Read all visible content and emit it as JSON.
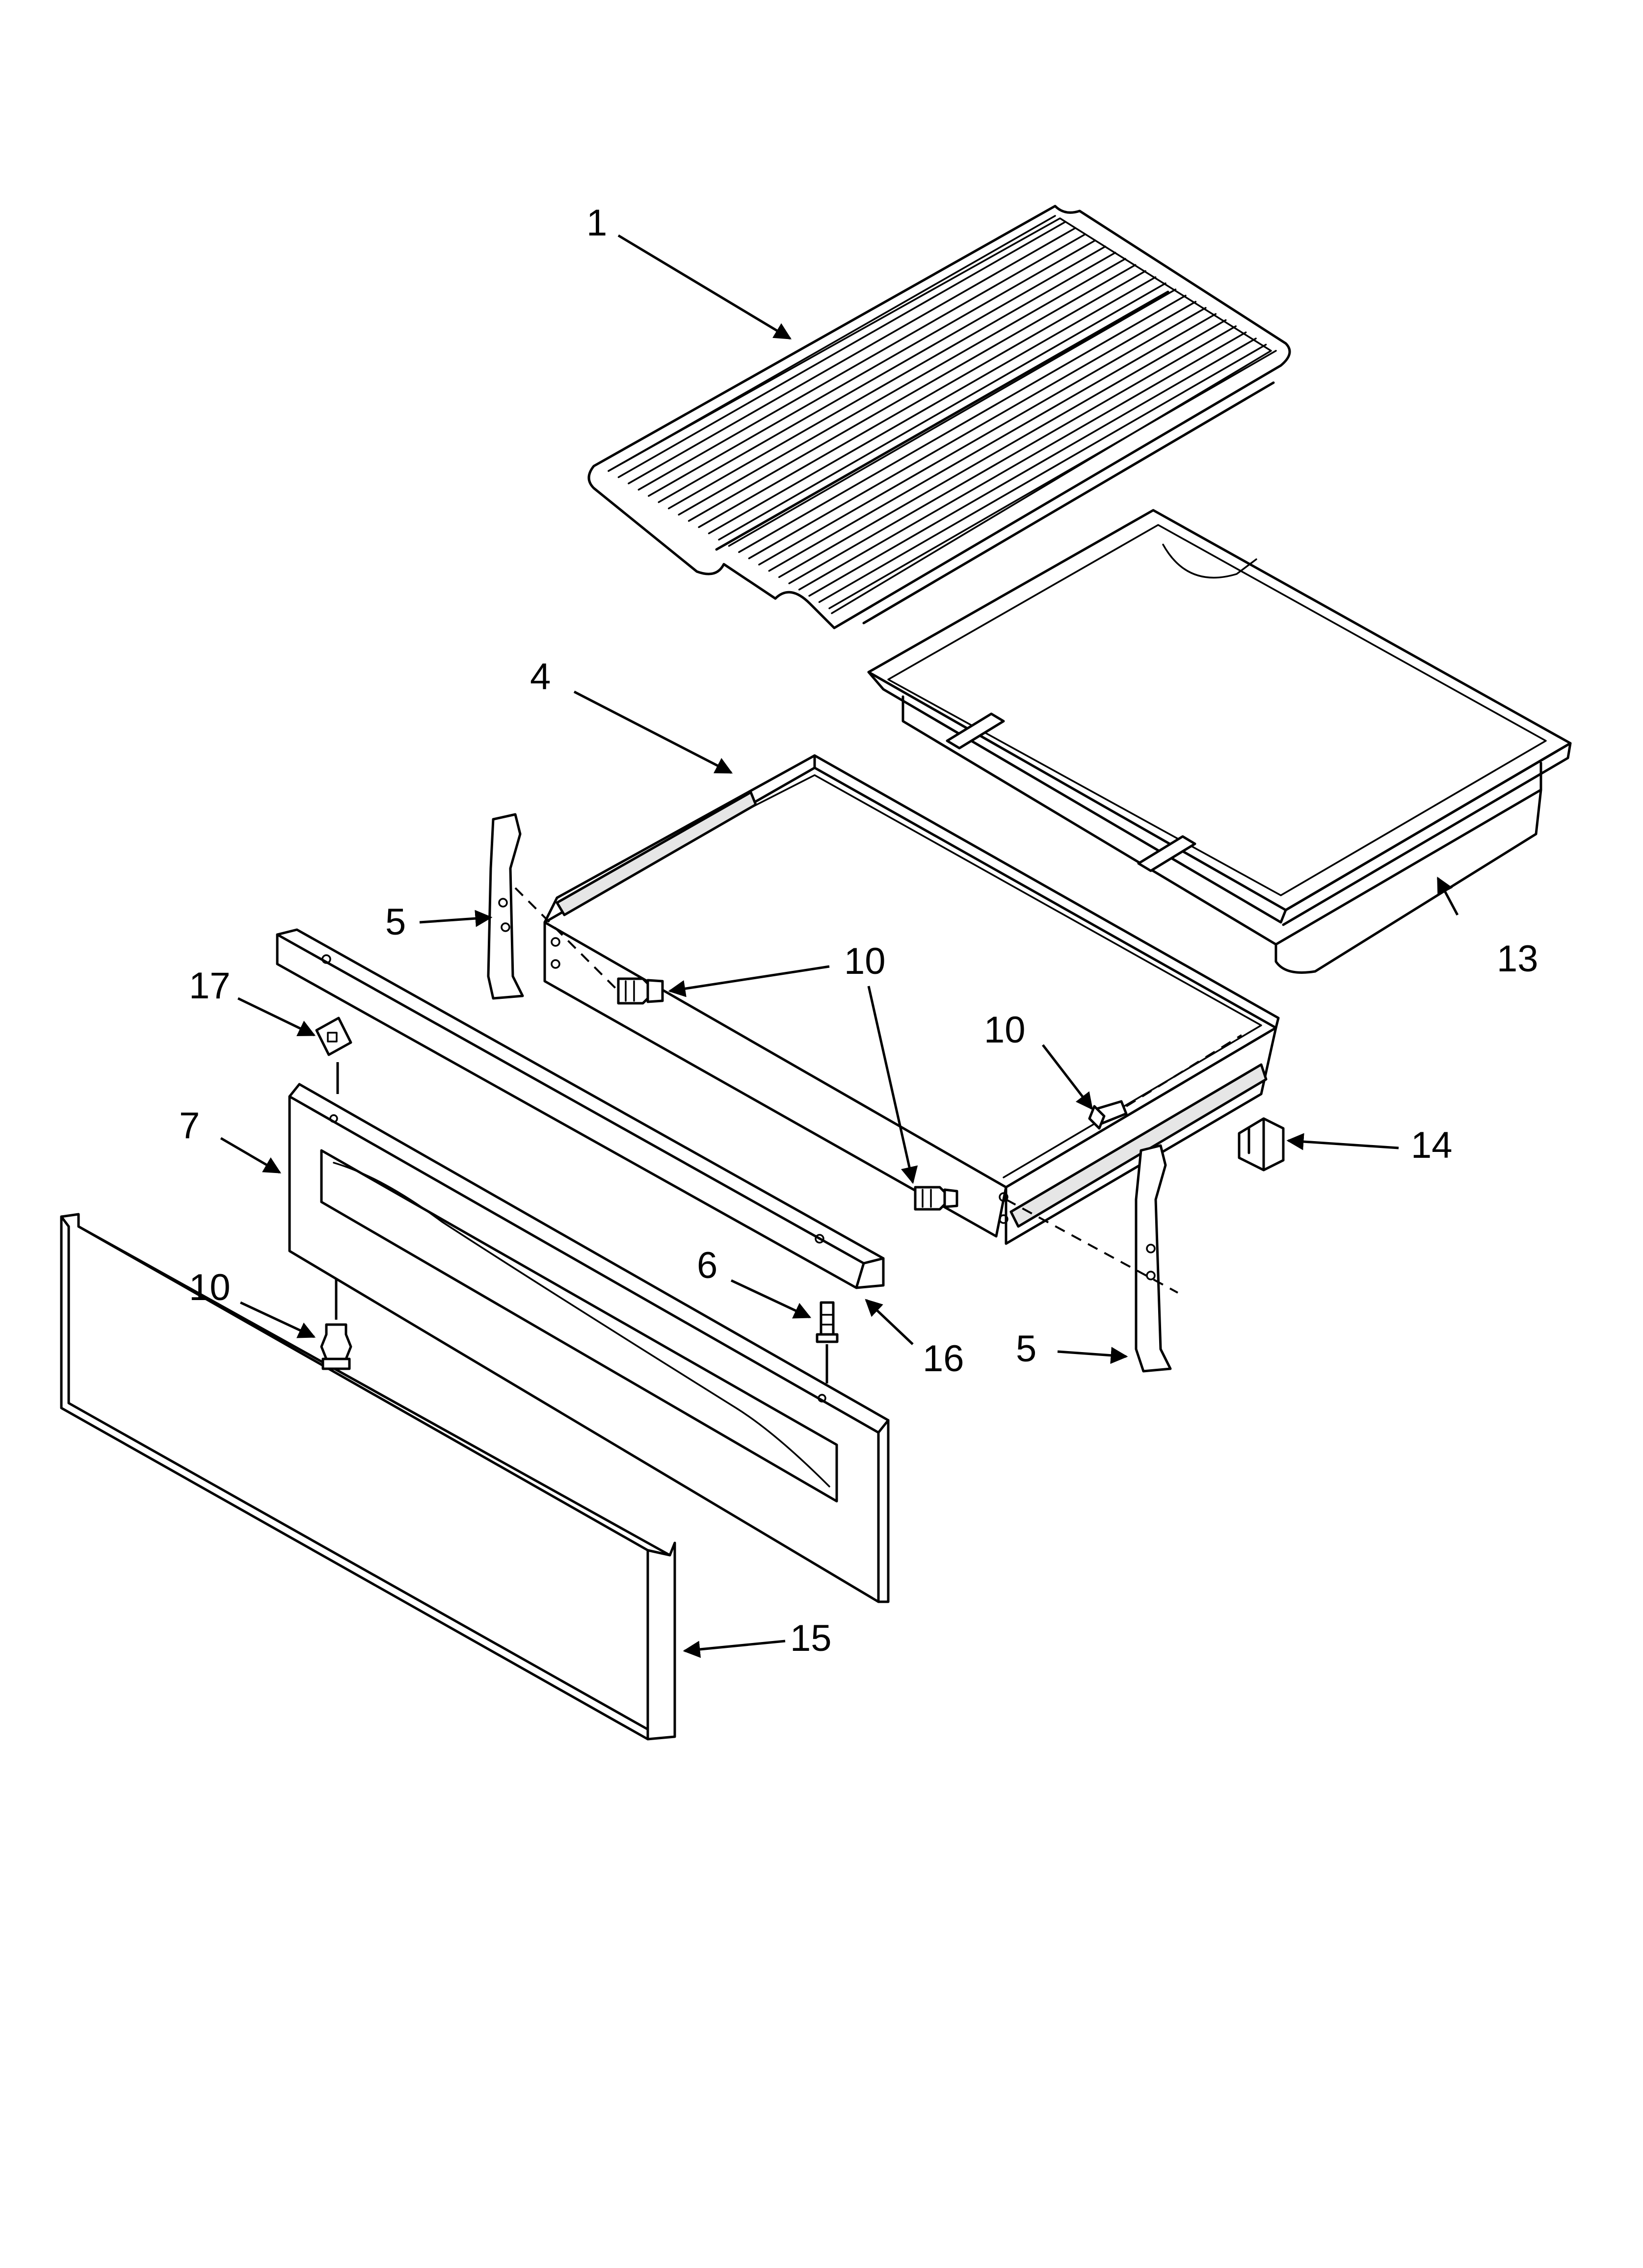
{
  "callouts": {
    "c1": "1",
    "c4": "4",
    "c5a": "5",
    "c5b": "5",
    "c6": "6",
    "c7": "7",
    "c10a": "10",
    "c10b": "10",
    "c10c": "10",
    "c13": "13",
    "c14": "14",
    "c15": "15",
    "c16": "16",
    "c17": "17"
  }
}
